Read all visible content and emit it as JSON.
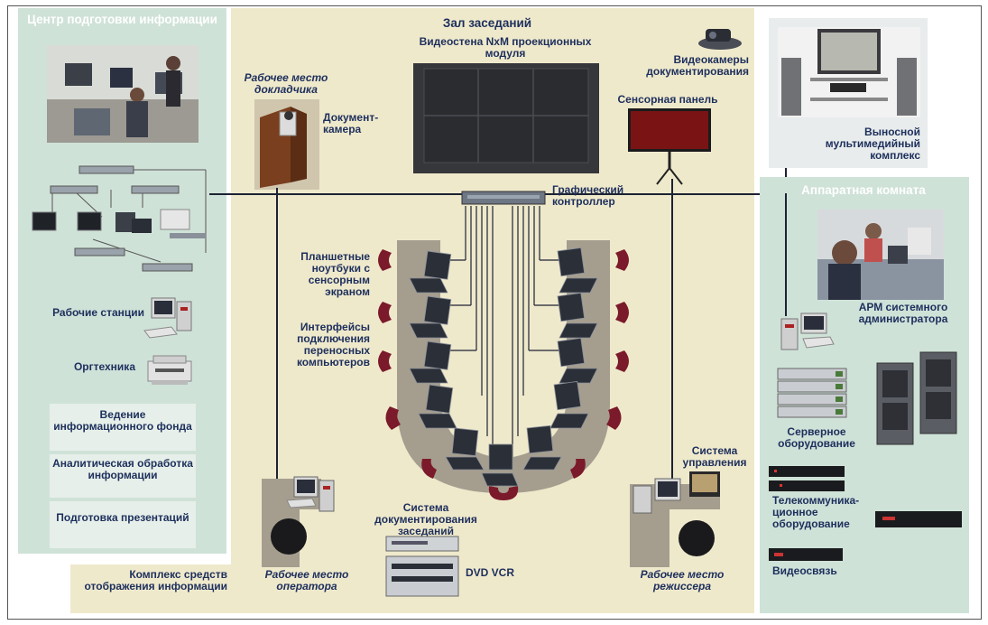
{
  "left_panel": {
    "title": "Центр подготовки информации",
    "workstations_label": "Рабочие станции",
    "office_label": "Оргтехника",
    "functions": [
      "Ведение информационного фонда",
      "Аналитическая обработка информации",
      "Подготовка презентаций"
    ]
  },
  "hall": {
    "title": "Зал заседаний",
    "videowall_label": "Видеостена NxM проекционных модуля",
    "doc_cameras_label": "Видеокамеры документирования",
    "speaker_label": "Рабочее место докладчика",
    "doc_camera_label": "Документ-камера",
    "touch_panel_label": "Сенсорная панель",
    "graphic_controller_label": "Графический контроллер",
    "tablets_label": "Планшетные ноутбуки с сенсорным экраном",
    "interfaces_label": "Интерфейсы подключения переносных компьютеров",
    "control_system_label": "Система управления",
    "doc_system_label": "Система документирования заседаний",
    "dvd_vcr_label": "DVD VCR",
    "operator_label": "Рабочее место оператора",
    "director_label": "Рабочее место режиссера",
    "display_complex_label": "Комплекс средств отображения информации"
  },
  "right_panel": {
    "remote_multimedia_label": "Выносной мультимедийный комплекс",
    "hardware_room_title": "Аппаратная комната",
    "admin_label": "АРМ системного администратора",
    "server_label": "Серверное оборудование",
    "telecom_label": "Телекоммуника- ционное оборудование",
    "videoconf_label": "Видеосвязь"
  },
  "colors": {
    "left_panel_bg": "#cfe2d8",
    "hall_bg": "#efe9cc",
    "right_panel_bg": "#cfe2d8",
    "table_color": "#a59e8f",
    "chair_color": "#7b1a2a",
    "label_color": "#1d2f5c"
  }
}
